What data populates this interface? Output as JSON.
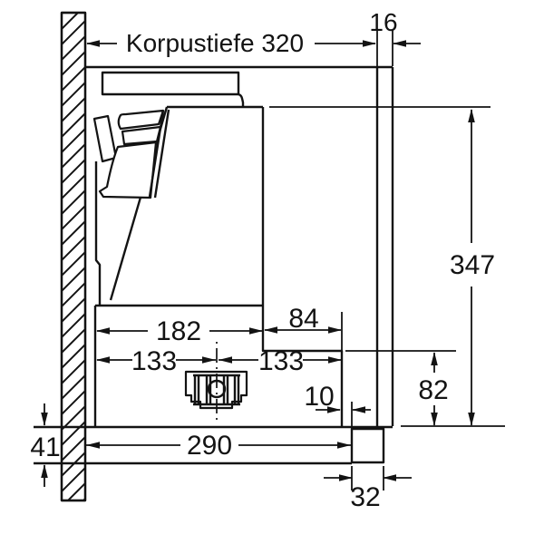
{
  "diagram": {
    "title": "hood-installation-side-view",
    "colors": {
      "line": "#131313",
      "background": "#ffffff"
    },
    "dimensions": {
      "cabinet_depth": "Korpustiefe 320",
      "front_panel_thickness": "16",
      "total_height": "347",
      "body_depth": "182",
      "visor_extension": "84",
      "center_offset_left": "133",
      "center_offset_right": "133",
      "front_gap": "10",
      "visor_section_height": "82",
      "pullout_depth": "290",
      "lower_strip_height": "41",
      "handle_strip_depth": "32"
    }
  }
}
